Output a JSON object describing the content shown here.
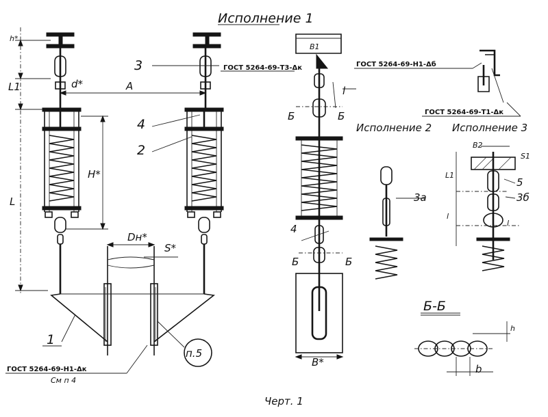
{
  "title": "Исполнение 1",
  "caption": "Черт. 1",
  "variants": {
    "v2": "Исполнение 2",
    "v3": "Исполнение 3"
  },
  "section": {
    "title": "Б-Б",
    "mark": "Б"
  },
  "gost": {
    "main": "ГОСТ 5264-69-Н1-Δк",
    "mid": "ГОСТ 5264-69-Т3-Δк",
    "top_right": "ГОСТ 5264-69-Н1-Δб",
    "low_right": "ГОСТ 5264-69-Т1-Δк"
  },
  "refs": {
    "see_p4": "См п 4",
    "p5": "п.5"
  },
  "positions": {
    "p1": "1",
    "p2": "2",
    "p3": "3",
    "p3a": "3а",
    "p3b": "3б",
    "p4": "4",
    "p5": "5"
  },
  "dims": {
    "A": "A",
    "d": "d*",
    "h_star": "h*",
    "L1": "L1",
    "L": "L",
    "H": "H*",
    "Dn": "Dн*",
    "S": "S*",
    "l": "l",
    "B": "B*",
    "B1": "B1",
    "B2": "B2",
    "S1": "S1",
    "b": "b",
    "h": "h"
  }
}
